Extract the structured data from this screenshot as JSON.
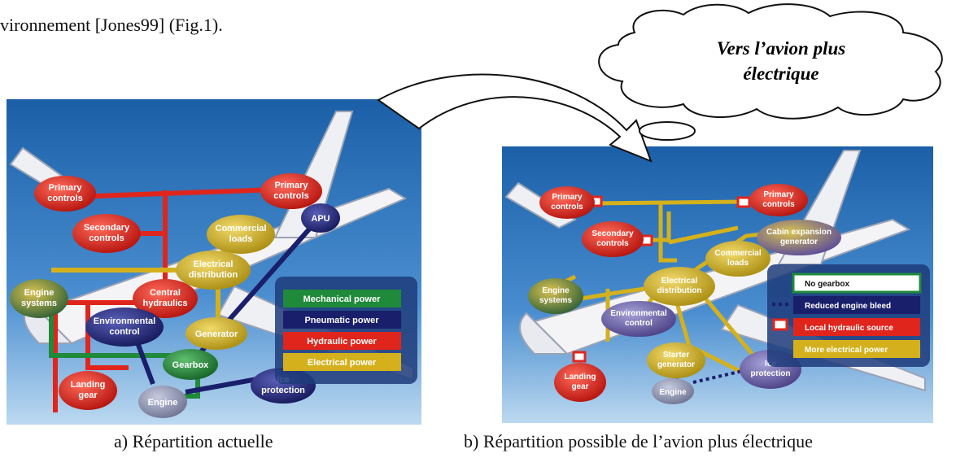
{
  "intro_text": "vironnement [Jones99] (Fig.1).",
  "callout": {
    "line1": "Vers l’avion plus",
    "line2": "électrique"
  },
  "captions": {
    "a": "a) Répartition actuelle",
    "b": "b) Répartition possible de l’avion plus électrique"
  },
  "figure_a": {
    "nodes": {
      "primary_left": [
        "Primary",
        "controls"
      ],
      "primary_right": [
        "Primary",
        "controls"
      ],
      "secondary": [
        "Secondary",
        "controls"
      ],
      "apu": "APU",
      "commercial": [
        "Commercial",
        "loads"
      ],
      "electrical": [
        "Electrical",
        "distribution"
      ],
      "engine_systems": [
        "Engine",
        "systems"
      ],
      "central_hydraulics": [
        "Central",
        "hydraulics"
      ],
      "environmental": [
        "Environmental",
        "control"
      ],
      "generator": "Generator",
      "gearbox": "Gearbox",
      "landing": [
        "Landing",
        "gear"
      ],
      "engine": "Engine",
      "ice": [
        "Ice",
        "protection"
      ]
    },
    "legend": [
      "Mechanical power",
      "Pneumatic power",
      "Hydraulic power",
      "Electrical power"
    ],
    "colors": {
      "mechanical": "#1f8a3a",
      "pneumatic": "#1a1f6b",
      "hydraulic": "#e0251c",
      "electrical": "#d4b11c"
    }
  },
  "figure_b": {
    "nodes": {
      "primary_left": [
        "Primary",
        "controls"
      ],
      "primary_right": [
        "Primary",
        "controls"
      ],
      "secondary": [
        "Secondary",
        "controls"
      ],
      "cabin": [
        "Cabin expansion",
        "generator"
      ],
      "commercial": [
        "Commercial",
        "loads"
      ],
      "electrical": [
        "Electrical",
        "distribution"
      ],
      "engine_systems": [
        "Engine",
        "systems"
      ],
      "environmental": [
        "Environmental",
        "control"
      ],
      "starter": [
        "Starter",
        "generator"
      ],
      "landing": [
        "Landing",
        "gear"
      ],
      "engine": "Engine",
      "ice": [
        "Ice",
        "protection"
      ]
    },
    "legend": [
      "No gearbox",
      "Reduced engine bleed",
      "Local hydraulic source",
      "More electrical power"
    ]
  }
}
